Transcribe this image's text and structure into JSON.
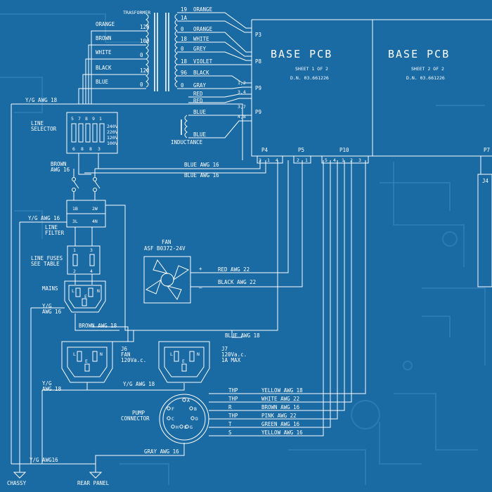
{
  "labels": {
    "trasformer": "TRASFORMER",
    "base_pcb_1": "BASE PCB",
    "base_pcb_2": "BASE PCB",
    "sheet_1": "SHEET 1 OF 2",
    "sheet_2": "SHEET 2 OF 2",
    "dn_1": "D.N. 03.661226",
    "dn_2": "D.N. 03.661226",
    "line_selector_1": "LINE",
    "line_selector_2": "SELECTOR",
    "inductance": "INDUCTANCE",
    "brown_awg16_1": "BROWN",
    "brown_awg16_2": "AWG 16",
    "yg_awg18_top": "Y/G AWG 18",
    "yg_awg16_mid": "Y/G AWG 16",
    "line_filter_1": "LINE",
    "line_filter_2": "FILTER",
    "line_fuses_1": "LINE FUSES",
    "line_fuses_2": "SEE TABLE",
    "mains": "MAINS",
    "yg_1": "Y/G",
    "awg16_1": "AWG 16",
    "yg_2": "Y/G",
    "awg18_2": "AWG 18",
    "fan": "FAN",
    "fan_model": "ASF B0372-24V",
    "plus": "+",
    "minus": "–",
    "red_awg22": "RED AWG 22",
    "black_awg22": "BLACK AWG 22",
    "brown_awg18": "BROWN AWG 18",
    "blue_awg18": "BLUE AWG 18",
    "blue_awg16_1": "BLUE AWG 16",
    "blue_awg16_2": "BLUE AWG 16",
    "j6": "J6",
    "j6_fan": "FAN",
    "j6_v": "120Va.c.",
    "j7": "J7",
    "j7_v": "120Va.c.",
    "j7_a": "1A MAX",
    "yg_awg18_bottom": "Y/G AWG 18",
    "pump_1": "PUMP",
    "pump_2": "CONNECTOR",
    "gray_awg16": "GRAY AWG 16",
    "yg_awg16_bottom": "Y/G AWG16",
    "chassy": "CHASSY",
    "rear_panel": "REAR PANEL",
    "p3": "P3",
    "p8": "P8",
    "p9a": "P9",
    "p9b": "P9",
    "p4": "P4",
    "p5": "P5",
    "p10": "P10",
    "p7": "P7",
    "j4": "J4",
    "sel_240": "240V",
    "sel_220": "220V",
    "sel_120": "120V",
    "sel_100": "100V",
    "lf_1b": "1B",
    "lf_2w": "2W",
    "lf_3l": "3L",
    "lf_4n": "4N",
    "pin_12": "1,2",
    "pin_34": "3,4",
    "pin_37": "3,7",
    "pin_48": "4,8"
  },
  "transformer_primary": [
    {
      "color": "ORANGE",
      "tap": "120"
    },
    {
      "color": "BROWN",
      "tap": "100"
    },
    {
      "color": "WHITE",
      "tap": "0"
    },
    {
      "color": "BLACK",
      "tap": "120"
    },
    {
      "color": "BLUE",
      "tap": "0"
    }
  ],
  "transformer_secondary": [
    {
      "tap": "19",
      "color": "ORANGE"
    },
    {
      "tap": "1A",
      "color": ""
    },
    {
      "tap": "0",
      "color": "ORANGE"
    },
    {
      "tap": "18",
      "color": "WHITE"
    },
    {
      "tap": "0",
      "color": "GREY"
    },
    {
      "tap": "18",
      "color": "VIOLET"
    },
    {
      "tap": "96",
      "color": "BLACK"
    },
    {
      "tap": "0",
      "color": "GRAY"
    },
    {
      "tap": "",
      "color": "RED"
    },
    {
      "tap": "",
      "color": "RED"
    },
    {
      "tap": "",
      "color": "BLUE"
    },
    {
      "tap": "",
      "color": "BLUE"
    }
  ],
  "pump_wires": [
    {
      "code": "THP",
      "label": "YELLOW AWG 18"
    },
    {
      "code": "THP",
      "label": "WHITE AWG 22"
    },
    {
      "code": "R",
      "label": "BROWN AWG 16"
    },
    {
      "code": "THP",
      "label": "PINK AWG 22"
    },
    {
      "code": "T",
      "label": "GREEN AWG 16"
    },
    {
      "code": "S",
      "label": "YELLOW AWG 16"
    }
  ],
  "header_pins": {
    "p4": [
      "3",
      "1",
      "4"
    ],
    "p5": [
      "2",
      "1"
    ],
    "p10": [
      "5",
      "4",
      "1",
      "2",
      "3"
    ]
  },
  "selector_pins_top": [
    "5",
    "7",
    "8",
    "9",
    "1"
  ],
  "selector_pins_bottom": [
    "6",
    "8",
    "8",
    "3"
  ],
  "fuse_pins": [
    "1",
    "3",
    "2",
    "4"
  ],
  "pump_pins": [
    "A",
    "B",
    "C",
    "D",
    "E",
    "F",
    "G",
    "H"
  ],
  "socket_pins": [
    "L",
    "N",
    "E"
  ]
}
